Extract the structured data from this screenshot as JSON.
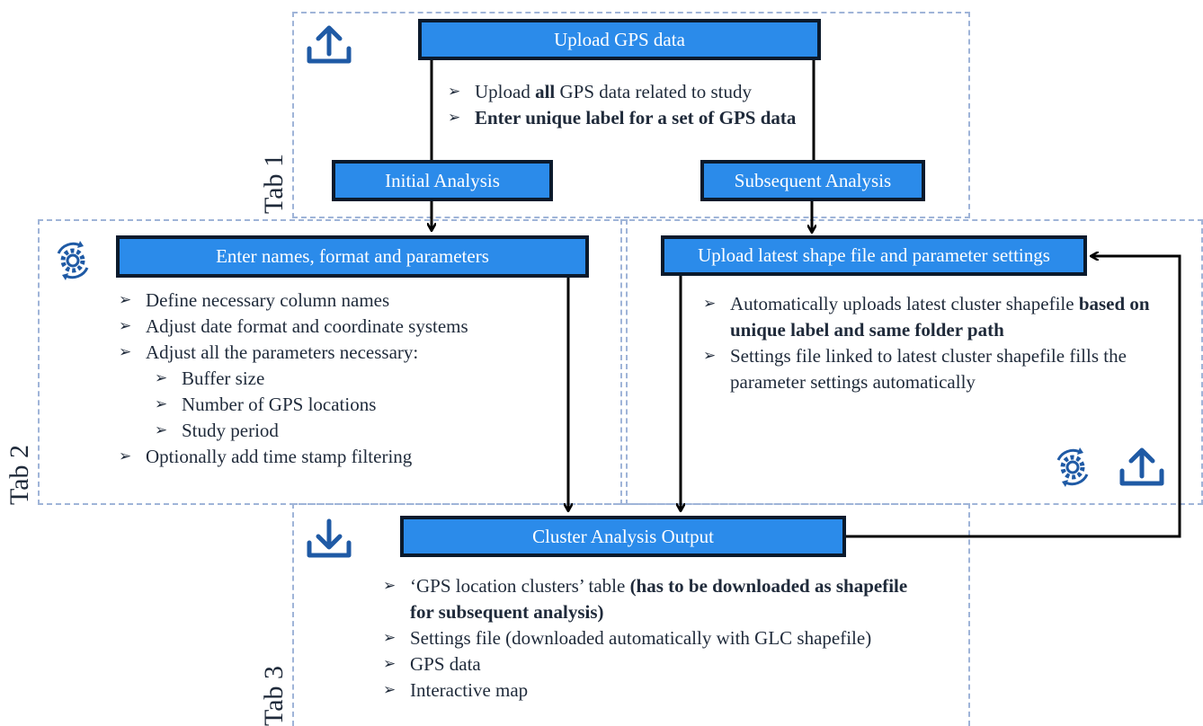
{
  "colors": {
    "box_fill": "#2b8bea",
    "box_border": "#0b1a2c",
    "dashed_region": "#9fb4d8",
    "icon": "#1f5aa5"
  },
  "icons": [
    "upload-icon",
    "settings-cycle-icon",
    "download-icon"
  ],
  "tab1": {
    "label": "Tab 1",
    "upload_box": "Upload GPS data",
    "bullets": [
      {
        "pre": "Upload ",
        "bold": "all",
        "post": " GPS data related to study"
      },
      {
        "pre": "",
        "bold": "Enter unique label for a set of GPS data",
        "post": ""
      }
    ],
    "initial_box": "Initial Analysis",
    "subsequent_box": "Subsequent Analysis"
  },
  "tab2": {
    "label": "Tab 2",
    "left_box": "Enter names, format and parameters",
    "left_bullets": [
      "Define necessary column names",
      "Adjust date format and coordinate systems",
      "Adjust all the parameters necessary:",
      "Buffer size",
      "Number of GPS locations",
      "Study period",
      "Optionally add time stamp filtering"
    ],
    "right_box": "Upload latest shape file and parameter settings",
    "right_bullets": [
      {
        "pre": "Automatically uploads latest cluster shapefile ",
        "bold": "based on unique label and same folder path"
      },
      {
        "pre": "Settings file linked to latest cluster shapefile fills the parameter settings automatically",
        "bold": ""
      }
    ]
  },
  "tab3": {
    "label": "Tab 3",
    "output_box": "Cluster Analysis Output",
    "bullets": [
      {
        "pre": "‘GPS location clusters’ table ",
        "bold": "(has to be downloaded as shapefile for subsequent analysis)"
      },
      {
        "pre": "Settings file (downloaded automatically with GLC shapefile)",
        "bold": ""
      },
      {
        "pre": "GPS data",
        "bold": ""
      },
      {
        "pre": "Interactive map",
        "bold": ""
      }
    ]
  }
}
